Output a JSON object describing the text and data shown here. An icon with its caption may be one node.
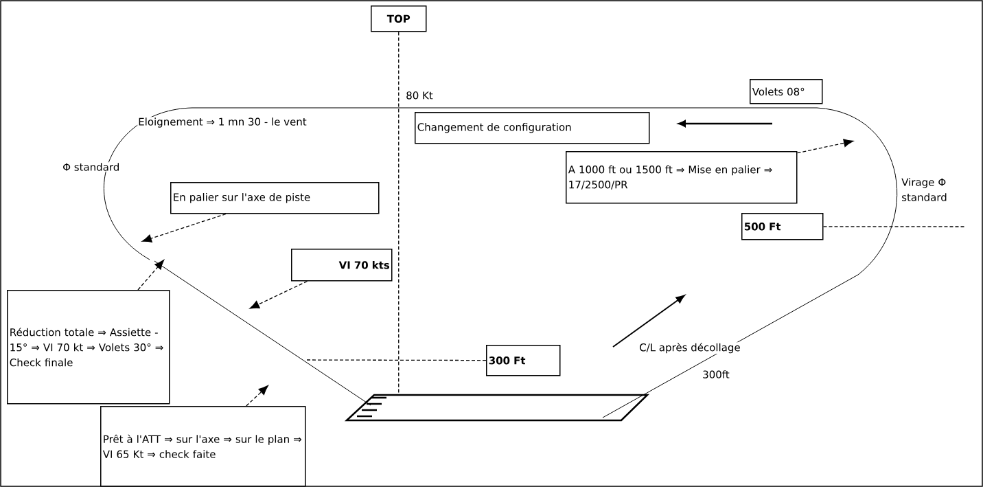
{
  "diagram": {
    "nodes": [
      {
        "text": [
          "TOP"
        ]
      },
      {
        "text": [
          "Volets 08°"
        ]
      },
      {
        "text": [
          "Changement de configuration"
        ]
      },
      {
        "text": [
          "A 1000 ft ou 1500 ft ⇒ Mise en palier ⇒ 17/2500/PR"
        ]
      },
      {
        "text": [
          "En palier sur l'axe de piste"
        ]
      },
      {
        "text": [
          "VI 70 kts"
        ]
      },
      {
        "text": [
          "500 Ft"
        ]
      },
      {
        "text": [
          "Réduction totale ⇒ Assiette - 15° ⇒ VI 70 kt ⇒ Volets 30° ⇒ Check finale"
        ]
      },
      {
        "text": [
          "300 Ft"
        ]
      },
      {
        "text": [
          "Prêt à l'ATT ⇒ sur l'axe ⇒ sur le plan ⇒ VI 65 Kt ⇒ check faite"
        ]
      },
      {
        "text": [],
        "shape": "picture"
      }
    ],
    "edges": [
      {
        "from": 3,
        "to": null,
        "arrow": "to",
        "style": "dashed"
      },
      {
        "from": 4,
        "to": null,
        "arrow": "to",
        "style": "dashed"
      },
      {
        "from": 7,
        "to": null,
        "arrow": "to",
        "style": "dashed"
      },
      {
        "from": 5,
        "to": null,
        "arrow": "to",
        "style": "dashed"
      },
      {
        "from": 9,
        "to": null,
        "arrow": "to",
        "style": "dashed"
      },
      {
        "from": 0,
        "to": 10,
        "arrow": "none",
        "style": "dashed"
      },
      {
        "from": 6,
        "to": null,
        "arrow": "none",
        "style": "dashed"
      },
      {
        "from": 8,
        "to": null,
        "arrow": "none",
        "style": "dashed"
      }
    ],
    "labels": [
      "80 Kt",
      "Eloignement ⇒ 1 mn 30 - le vent",
      "Φ standard",
      "Virage Φ standard",
      "C/L après décollage",
      "300ft"
    ]
  }
}
